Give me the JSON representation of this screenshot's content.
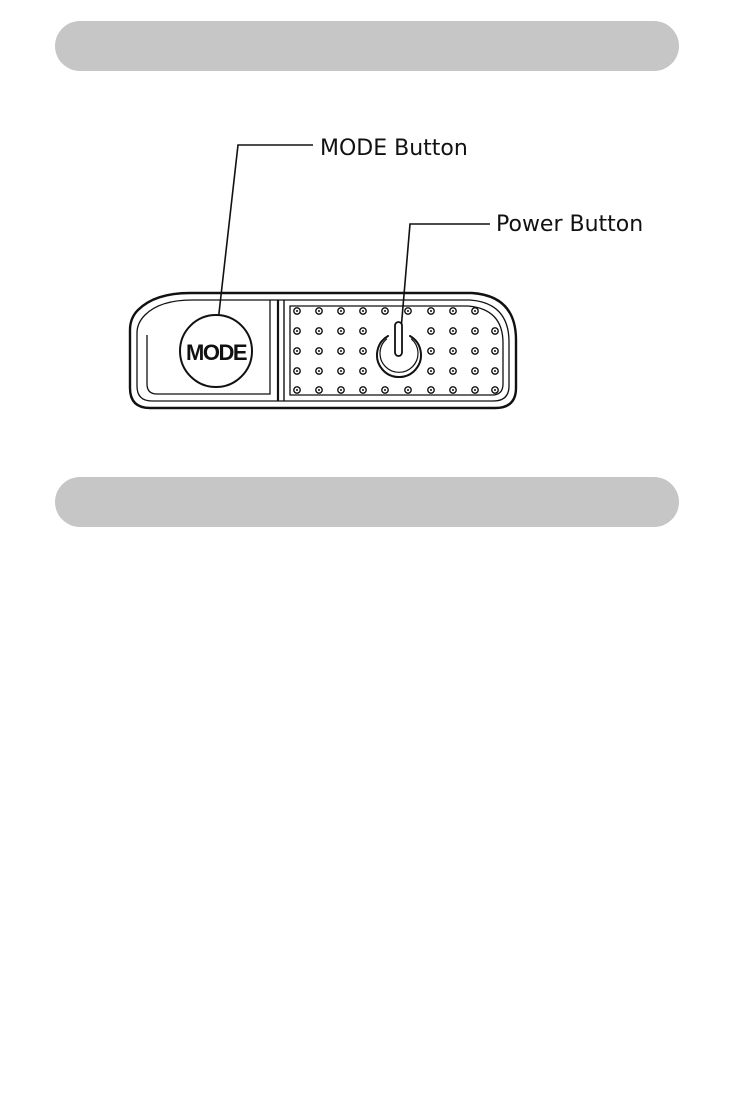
{
  "callouts": {
    "mode_button": "MODE Button",
    "power_button": "Power Button"
  },
  "device": {
    "mode_label": "MODE"
  },
  "colors": {
    "section_bar": "#c6c6c6",
    "line": "#111111"
  },
  "icons": {
    "power": "power-icon"
  }
}
